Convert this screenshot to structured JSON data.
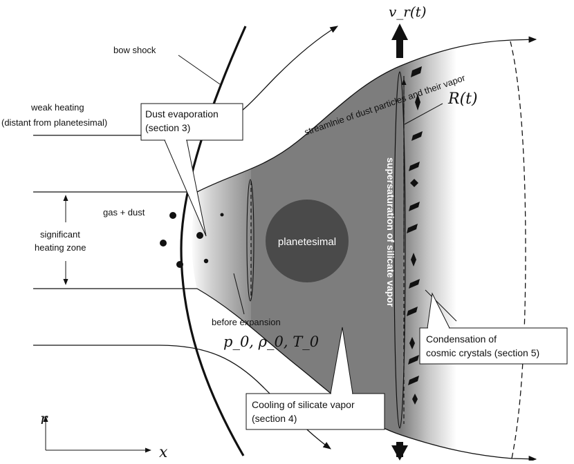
{
  "labels": {
    "vr": "v_r(t)",
    "streamline": "streamlnie of dust particles and their vapor",
    "bow_shock": "bow shock",
    "weak_heating_1": "weak heating",
    "weak_heating_2": "(distant from planetesimal)",
    "R": "R(t)",
    "supersaturation": "supersaturation of silicate vapor",
    "gas_dust": "gas + dust",
    "significant_1": "significant",
    "significant_2": "heating zone",
    "planetesimal": "planetesimal",
    "before_expansion": "before expansion",
    "initial_state": "p_0, ρ_0, T_0",
    "axis_r": "r",
    "axis_x": "x"
  },
  "callouts": {
    "evaporation": {
      "line1": "Dust evaporation",
      "line2": "(section 3)"
    },
    "cooling": {
      "line1": "Cooling of silicate vapor",
      "line2": "(section 4)"
    },
    "condensation": {
      "line1": "Condensation of",
      "line2": "cosmic crystals (section 5)"
    }
  },
  "colors": {
    "vapor_region": "#7d7d7d",
    "planetesimal": "#4a4a4a",
    "ink": "#111111"
  }
}
